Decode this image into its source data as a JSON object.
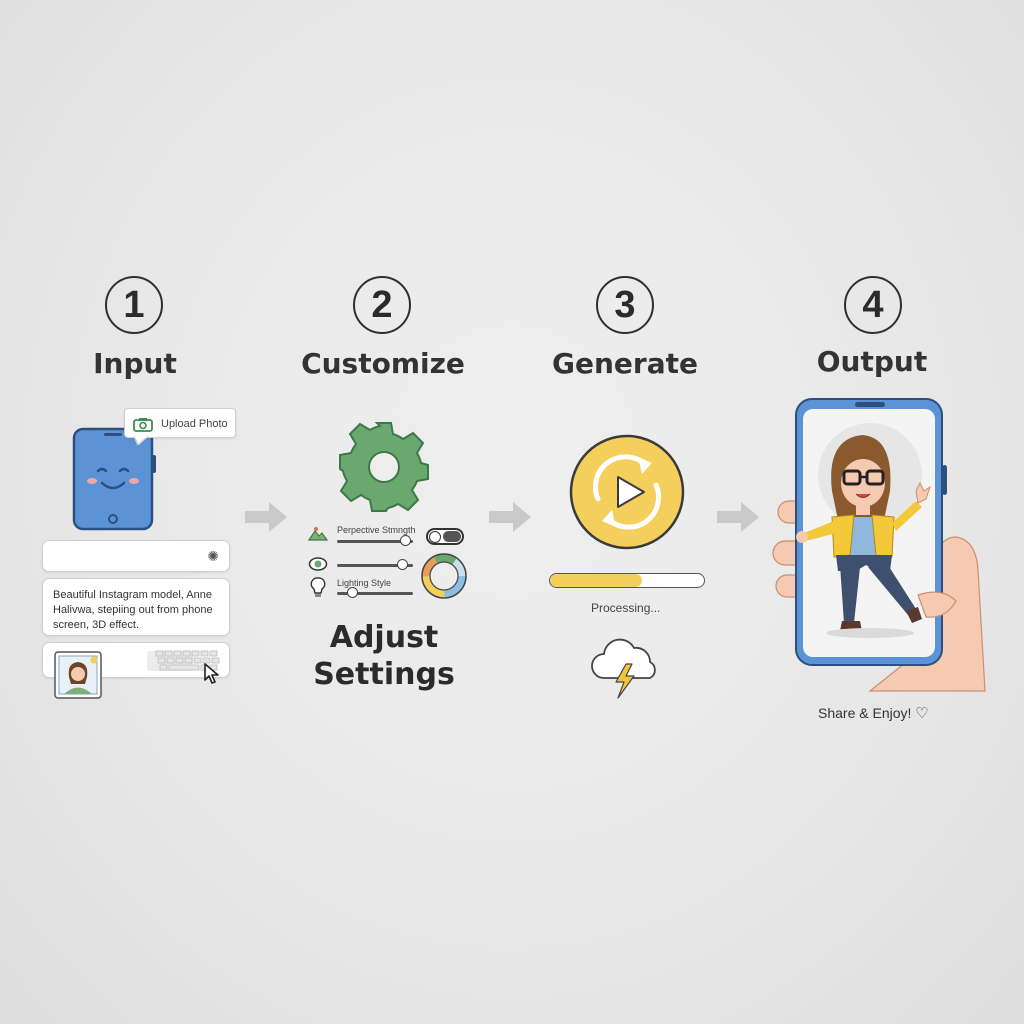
{
  "steps": [
    {
      "number": "1",
      "title": "Input"
    },
    {
      "number": "2",
      "title": "Customize"
    },
    {
      "number": "3",
      "title": "Generate"
    },
    {
      "number": "4",
      "title": "Output"
    }
  ],
  "input": {
    "upload_label": "Upload Photo",
    "prompt_text": "Beautiful Instagram model, Anne Halivwa, stepiing out from phone screen, 3D effect."
  },
  "customize": {
    "slider1_label": "Perpective Stmngth",
    "slider3_label": "Lighting Style",
    "caption": "Adjust Settings",
    "slider1_value": 0.9,
    "slider2_value": 0.85,
    "slider3_value": 0.2,
    "toggle_on": false
  },
  "generate": {
    "progress": 0.6,
    "status": "Processing..."
  },
  "output": {
    "caption": "Share & Enjoy!"
  },
  "colors": {
    "phone_blue": "#5b93d6",
    "gear_green": "#6aa870",
    "play_yellow": "#f5cf5c",
    "progress_yellow": "#f5cf5c",
    "skin": "#f6c9b1"
  }
}
